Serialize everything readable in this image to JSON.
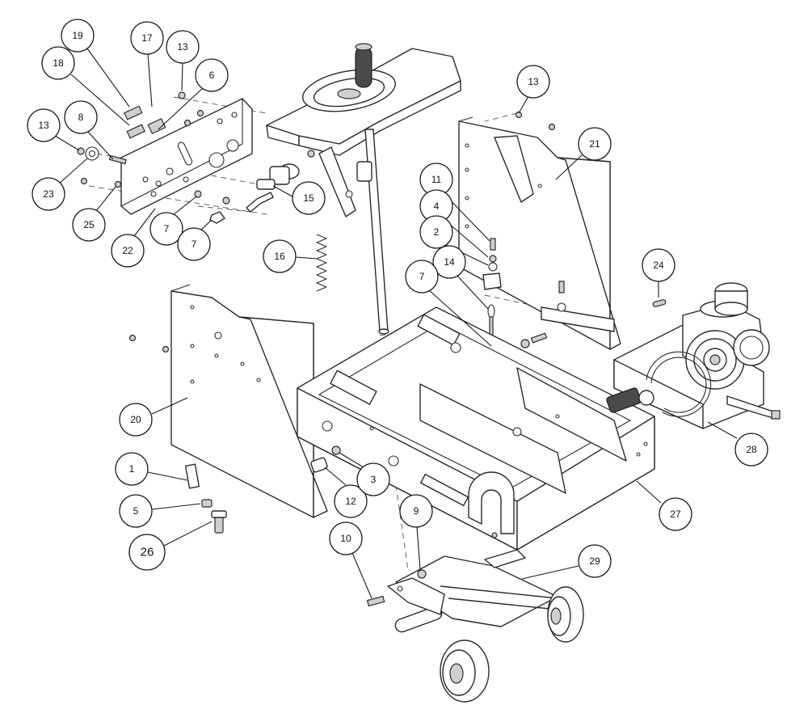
{
  "diagram": {
    "callouts": [
      {
        "label": "19"
      },
      {
        "label": "17"
      },
      {
        "label": "13"
      },
      {
        "label": "18"
      },
      {
        "label": "6"
      },
      {
        "label": "13"
      },
      {
        "label": "8"
      },
      {
        "label": "23"
      },
      {
        "label": "25"
      },
      {
        "label": "22"
      },
      {
        "label": "7"
      },
      {
        "label": "7"
      },
      {
        "label": "15"
      },
      {
        "label": "16"
      },
      {
        "label": "13"
      },
      {
        "label": "21"
      },
      {
        "label": "11"
      },
      {
        "label": "4"
      },
      {
        "label": "2"
      },
      {
        "label": "14"
      },
      {
        "label": "7"
      },
      {
        "label": "24"
      },
      {
        "label": "20"
      },
      {
        "label": "1"
      },
      {
        "label": "5"
      },
      {
        "label": "26"
      },
      {
        "label": "12"
      },
      {
        "label": "3"
      },
      {
        "label": "27"
      },
      {
        "label": "28"
      },
      {
        "label": "10"
      },
      {
        "label": "9"
      },
      {
        "label": "29"
      }
    ]
  }
}
